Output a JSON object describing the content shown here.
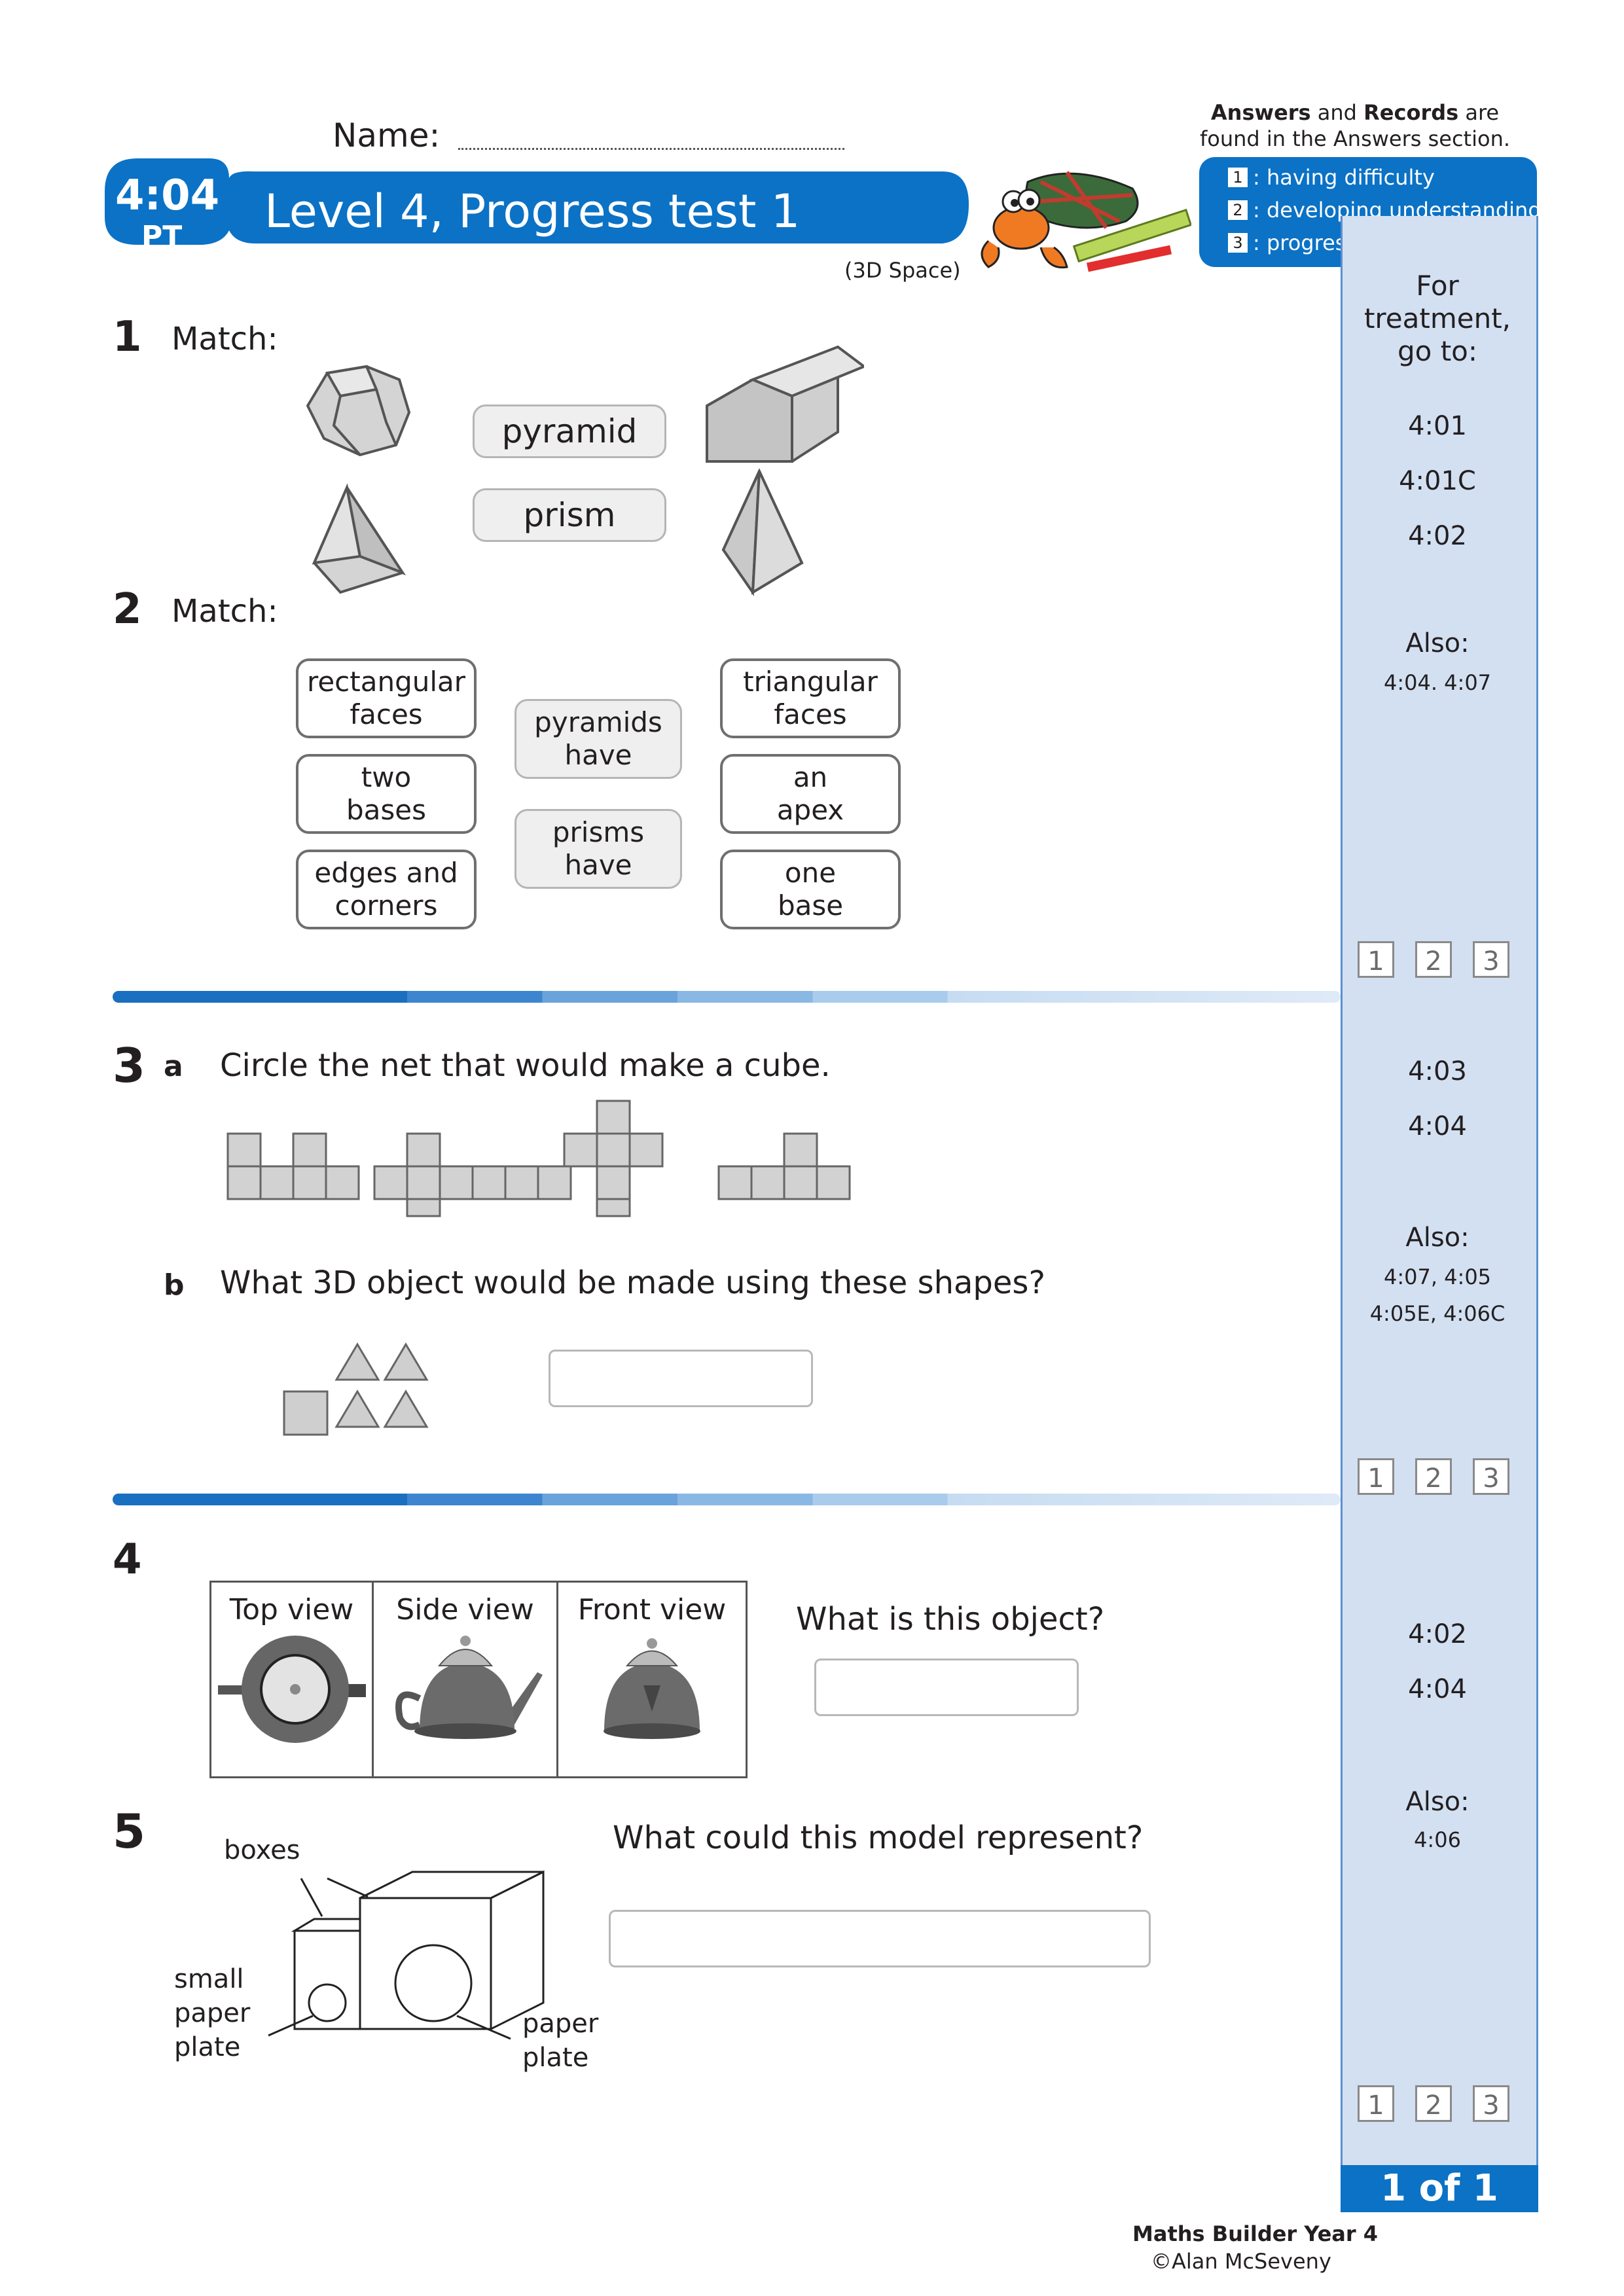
{
  "header": {
    "name_label": "Name:",
    "code": "4:04",
    "code_sub": "PT",
    "title": "Level 4, Progress test 1",
    "subtitle": "(3D Space)",
    "answers_bold1": "Answers",
    "answers_mid": "and",
    "answers_bold2": "Records",
    "answers_end": "are",
    "answers_line2": "found in the Answers section.",
    "legend": [
      {
        "num": "1",
        "text": ": having difficulty"
      },
      {
        "num": "2",
        "text": ": developing understanding"
      },
      {
        "num": "3",
        "text": ": progressing well"
      }
    ]
  },
  "sidebar": {
    "heading_line1": "For treatment,",
    "heading_line2": "go to:",
    "section1_refs": [
      "4:01",
      "4:01C",
      "4:02"
    ],
    "section1_also_label": "Also:",
    "section1_also": "4:04. 4:07",
    "section2_refs": [
      "4:03",
      "4:04"
    ],
    "section2_also_label": "Also:",
    "section2_also_line1": "4:07, 4:05",
    "section2_also_line2": "4:05E, 4:06C",
    "section3_refs": [
      "4:02",
      "4:04"
    ],
    "section3_also_label": "Also:",
    "section3_also": "4:06",
    "scores": [
      "1",
      "2",
      "3"
    ],
    "page_indicator": "1 of 1"
  },
  "q1": {
    "number": "1",
    "prompt": "Match:",
    "words": [
      "pyramid",
      "prism"
    ]
  },
  "q2": {
    "number": "2",
    "prompt": "Match:",
    "left": [
      {
        "l1": "rectangular",
        "l2": "faces"
      },
      {
        "l1": "two",
        "l2": "bases"
      },
      {
        "l1": "edges and",
        "l2": "corners"
      }
    ],
    "middle": [
      {
        "l1": "pyramids",
        "l2": "have"
      },
      {
        "l1": "prisms",
        "l2": "have"
      }
    ],
    "right": [
      {
        "l1": "triangular",
        "l2": "faces"
      },
      {
        "l1": "an",
        "l2": "apex"
      },
      {
        "l1": "one",
        "l2": "base"
      }
    ]
  },
  "q3": {
    "number": "3",
    "part_a_label": "a",
    "part_a_text": "Circle the net that would make a cube.",
    "part_b_label": "b",
    "part_b_text": "What 3D object would be made using these shapes?"
  },
  "q4": {
    "number": "4",
    "views": [
      "Top view",
      "Side view",
      "Front view"
    ],
    "question": "What is this object?"
  },
  "q5": {
    "number": "5",
    "question": "What could this model represent?",
    "label_boxes": "boxes",
    "label_small": [
      "small",
      "paper",
      "plate"
    ],
    "label_paper": [
      "paper",
      "plate"
    ]
  },
  "footer": {
    "book": "Maths Builder Year 4",
    "author": "©Alan McSeveny"
  },
  "colors": {
    "brand_blue": "#0b72c6",
    "sidebar_fill": "#d3e0f2",
    "shape_grey": "#cfcfcf"
  }
}
